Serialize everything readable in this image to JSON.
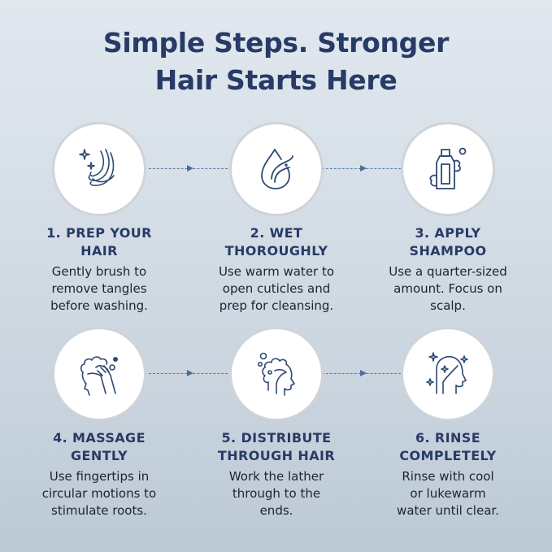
{
  "title": {
    "line1": "Simple Steps. Stronger",
    "line2": "Hair Starts Here"
  },
  "colors": {
    "primary_navy": "#283a66",
    "icon_stroke": "#2d4a73",
    "connector": "#5a7aa6",
    "background_top": "#e1e8ef",
    "background_bottom": "#bccad6"
  },
  "steps": [
    {
      "number": 1,
      "icon": "hair-sparkle-icon",
      "title": "1. PREP YOUR\nHAIR",
      "description": "Gently brush to\nremove tangles\nbefore washing."
    },
    {
      "number": 2,
      "icon": "water-drop-icon",
      "title": "2. WET\nTHOROUGHLY",
      "description": "Use warm water to\nopen cuticles and\nprep for cleansing."
    },
    {
      "number": 3,
      "icon": "shampoo-bottle-icon",
      "title": "3. APPLY\nSHAMPOO",
      "description": "Use a quarter-sized\namount. Focus on\nscalp."
    },
    {
      "number": 4,
      "icon": "massage-head-icon",
      "title": "4. MASSAGE\nGENTLY",
      "description": "Use fingertips in\ncircular motions to\nstimulate roots."
    },
    {
      "number": 5,
      "icon": "lather-head-icon",
      "title": "5. DISTRIBUTE\nTHROUGH HAIR",
      "description": "Work the lather\nthrough to the\nends."
    },
    {
      "number": 6,
      "icon": "clean-hair-sparkle-icon",
      "title": "6. RINSE\nCOMPLETELY",
      "description": "Rinse with cool\nor lukewarm\nwater until clear."
    }
  ]
}
